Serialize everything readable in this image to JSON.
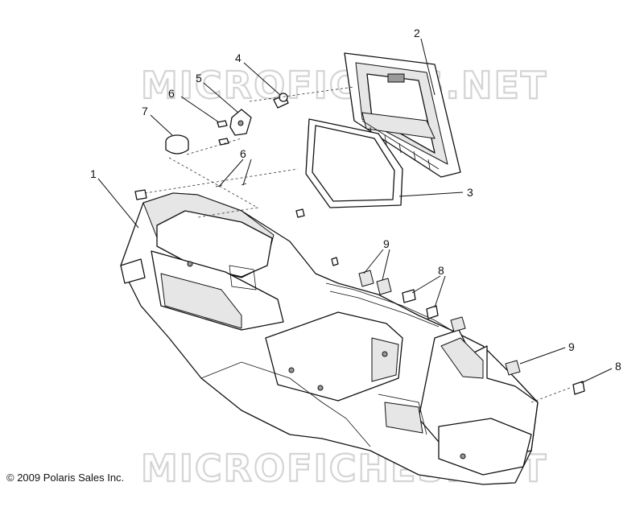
{
  "watermark": {
    "top": "MICROFICHES.NET",
    "bottom": "MICROFICHES.NET"
  },
  "copyright": "© 2009 Polaris Sales Inc.",
  "callouts": {
    "c1": "1",
    "c2": "2",
    "c3": "3",
    "c4": "4",
    "c5": "5",
    "c6a": "6",
    "c6b": "6",
    "c7": "7",
    "c8a": "8",
    "c8b": "8",
    "c9a": "9",
    "c9b": "9"
  }
}
